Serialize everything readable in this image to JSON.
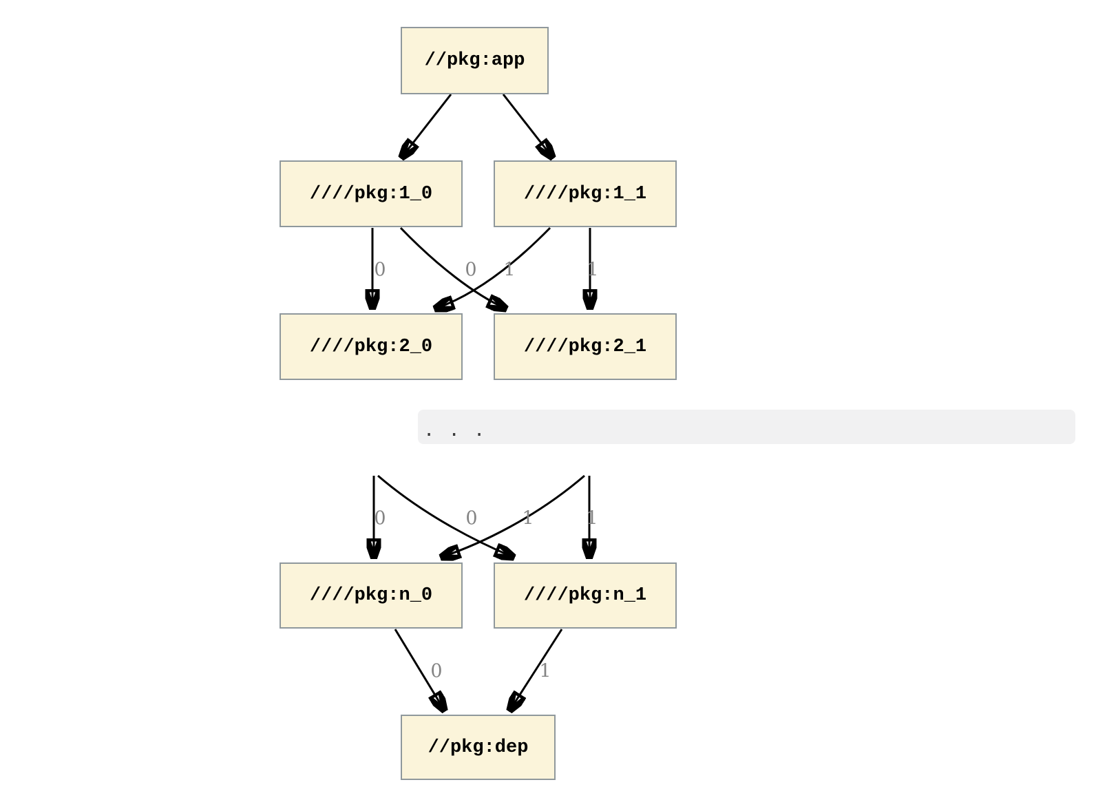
{
  "diagram": {
    "type": "dependency-graph",
    "nodes": [
      {
        "id": "app",
        "label": "//pkg:app"
      },
      {
        "id": "1_0",
        "label": "////pkg:1_0"
      },
      {
        "id": "1_1",
        "label": "////pkg:1_1"
      },
      {
        "id": "2_0",
        "label": "////pkg:2_0"
      },
      {
        "id": "2_1",
        "label": "////pkg:2_1"
      },
      {
        "id": "n_0",
        "label": "////pkg:n_0"
      },
      {
        "id": "n_1",
        "label": "////pkg:n_1"
      },
      {
        "id": "dep",
        "label": "//pkg:dep"
      }
    ],
    "ellipsis": ". . .",
    "edges": [
      {
        "from": "//pkg:app",
        "to": "////pkg:1_0",
        "label": ""
      },
      {
        "from": "//pkg:app",
        "to": "////pkg:1_1",
        "label": ""
      },
      {
        "from": "////pkg:1_0",
        "to": "////pkg:2_0",
        "label": "0"
      },
      {
        "from": "////pkg:1_1",
        "to": "////pkg:2_0",
        "label": "0"
      },
      {
        "from": "////pkg:1_0",
        "to": "////pkg:2_1",
        "label": "1"
      },
      {
        "from": "////pkg:1_1",
        "to": "////pkg:2_1",
        "label": "1"
      },
      {
        "from": "...",
        "to": "////pkg:n_0",
        "label": "0"
      },
      {
        "from": "...",
        "to": "////pkg:n_0",
        "label": "0"
      },
      {
        "from": "...",
        "to": "////pkg:n_1",
        "label": "1"
      },
      {
        "from": "...",
        "to": "////pkg:n_1",
        "label": "1"
      },
      {
        "from": "////pkg:n_0",
        "to": "//pkg:dep",
        "label": "0"
      },
      {
        "from": "////pkg:n_1",
        "to": "//pkg:dep",
        "label": "1"
      }
    ],
    "colors": {
      "node_fill": "#fbf4da",
      "node_border": "#8f989c",
      "edge": "#000000",
      "edge_label": "#848484",
      "ellipsis_bg": "#f1f1f2",
      "ellipsis_text": "#3a3a3a",
      "background": "#ffffff"
    }
  }
}
